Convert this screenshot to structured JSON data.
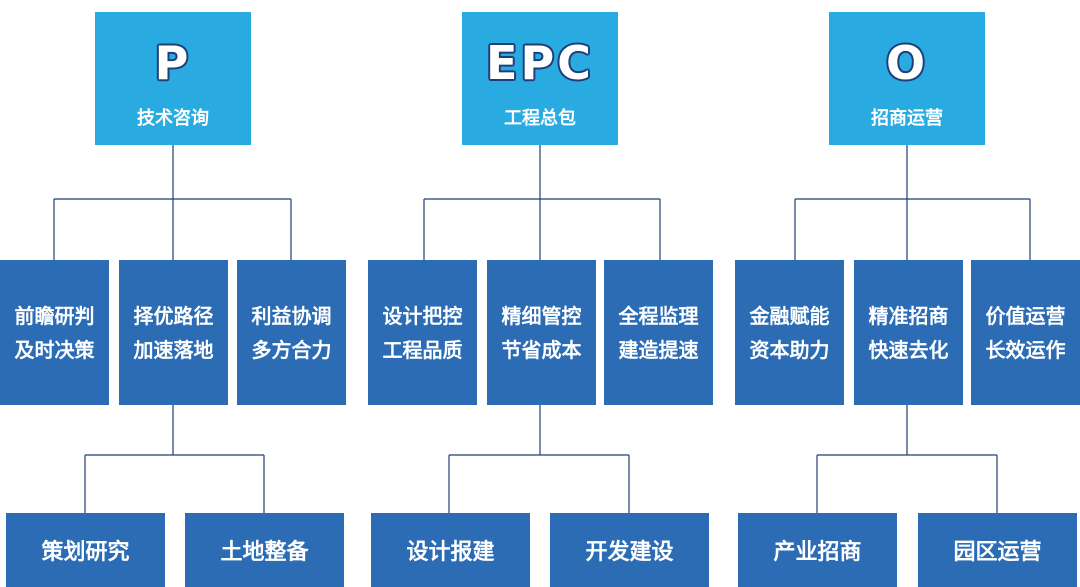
{
  "pillars": [
    {
      "abbr": "P",
      "title": "技术咨询",
      "items": [
        {
          "line1": "前瞻研判",
          "line2": "及时决策"
        },
        {
          "line1": "择优路径",
          "line2": "加速落地"
        },
        {
          "line1": "利益协调",
          "line2": "多方合力"
        }
      ],
      "leaves": [
        "策划研究",
        "土地整备"
      ]
    },
    {
      "abbr": "EPC",
      "title": "工程总包",
      "items": [
        {
          "line1": "设计把控",
          "line2": "工程品质"
        },
        {
          "line1": "精细管控",
          "line2": "节省成本"
        },
        {
          "line1": "全程监理",
          "line2": "建造提速"
        }
      ],
      "leaves": [
        "设计报建",
        "开发建设"
      ]
    },
    {
      "abbr": "O",
      "title": "招商运营",
      "items": [
        {
          "line1": "金融赋能",
          "line2": "资本助力"
        },
        {
          "line1": "精准招商",
          "line2": "快速去化"
        },
        {
          "line1": "价值运营",
          "line2": "长效运作"
        }
      ],
      "leaves": [
        "产业招商",
        "园区运营"
      ]
    }
  ],
  "colors": {
    "top_box": "#29abe2",
    "box": "#2b6cb5",
    "connector": "#1f3f78",
    "text": "#ffffff"
  }
}
